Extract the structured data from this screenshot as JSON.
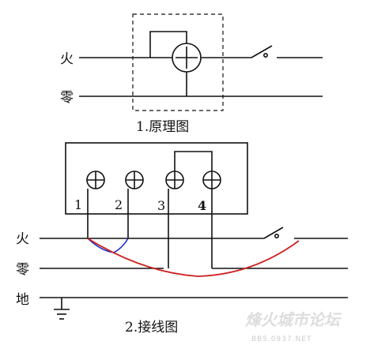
{
  "top": {
    "wire_live": "火",
    "wire_neutral": "零",
    "caption": "1.原理图"
  },
  "bottom": {
    "wire_live": "火",
    "wire_neutral": "零",
    "wire_ground": "地",
    "terminals": [
      "1",
      "2",
      "3",
      "4"
    ],
    "caption": "2.接线图"
  },
  "watermark": {
    "brand": "烽火城市论坛",
    "url": "BBS.0937.NET"
  },
  "colors": {
    "ink": "#111111",
    "blue_wire": "#2233cc",
    "red_wire": "#cc2222",
    "watermark": "#dddddd"
  }
}
